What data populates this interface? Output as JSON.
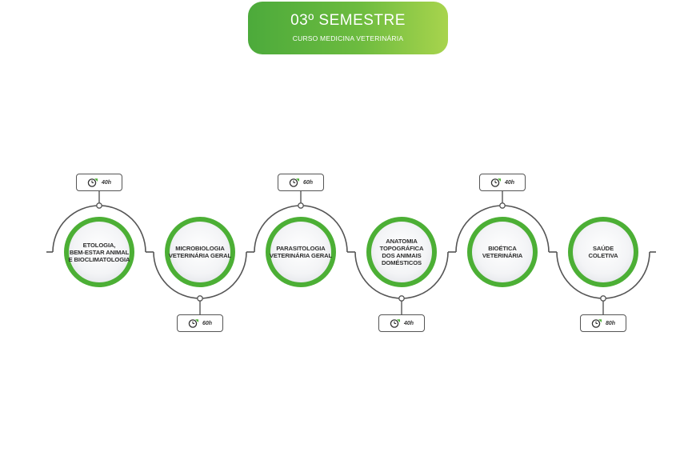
{
  "header": {
    "title": "03º SEMESTRE",
    "subtitle": "CURSO MEDICINA VETERINÁRIA"
  },
  "colors": {
    "ring_green": "#4caf35",
    "line_gray": "#555555",
    "header_start": "#4caa3b",
    "header_end": "#a8d44d"
  },
  "icon": "clock-icon",
  "courses": [
    {
      "label": "ETOLOGIA,\nBEM-ESTAR ANIMAL\nE BIOCLIMATOLOGIA",
      "hours": "40h",
      "badge": "top"
    },
    {
      "label": "MICROBIOLOGIA\nVETERINÁRIA GERAL",
      "hours": "60h",
      "badge": "bottom"
    },
    {
      "label": "PARASITOLOGIA\nVETERINÁRIA GERAL",
      "hours": "60h",
      "badge": "top"
    },
    {
      "label": "ANATOMIA\nTOPOGRÁFICA\nDOS ANIMAIS\nDOMÉSTICOS",
      "hours": "40h",
      "badge": "bottom"
    },
    {
      "label": "BIOÉTICA\nVETERINÁRIA",
      "hours": "40h",
      "badge": "top"
    },
    {
      "label": "SAÚDE\nCOLETIVA",
      "hours": "80h",
      "badge": "bottom"
    }
  ]
}
